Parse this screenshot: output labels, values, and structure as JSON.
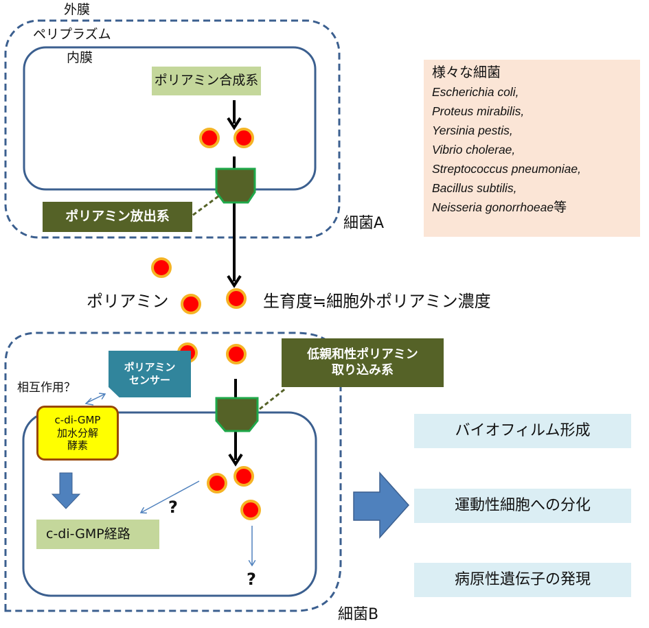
{
  "labels": {
    "outer_membrane": "外膜",
    "periplasm": "ペリプラズム",
    "inner_membrane": "内膜",
    "bacterium_a": "細菌A",
    "bacterium_b": "細菌B",
    "polyamine": "ポリアミン",
    "growth_relation": "生育度≒細胞外ポリアミン濃度",
    "interaction": "相互作用？",
    "unknown_1": "?",
    "unknown_2": "?"
  },
  "boxes": {
    "synthesis": "ポリアミン合成系",
    "release": "ポリアミン放出系",
    "sensor_line1": "ポリアミン",
    "sensor_line2": "センサー",
    "uptake_line1": "低親和性ポリアミン",
    "uptake_line2": "取り込み系",
    "pde_line1": "c-di-GMP",
    "pde_line2": "加水分解",
    "pde_line3": "酵素",
    "cdigmp_pathway": "c-di-GMP経路"
  },
  "species_panel": {
    "title": "様々な細菌",
    "species": [
      "Escherichia coli,",
      "Proteus mirabilis,",
      "Yersinia pestis,",
      "Vibrio cholerae,",
      "Streptococcus pneumoniae,",
      "Bacillus subtilis,",
      "Neisseria gonorrhoeae"
    ],
    "suffix": "等"
  },
  "outcomes": [
    "バイオフィルム形成",
    "運動性細胞への分化",
    "病原性遺伝子の発現"
  ],
  "colors": {
    "membrane": "#3b5f8f",
    "polyamine_fill": "#ff0000",
    "polyamine_ring": "#f5b324",
    "transporter_fill": "#556227",
    "transporter_border": "#1fa84a",
    "big_arrow": "#4f81bd"
  }
}
